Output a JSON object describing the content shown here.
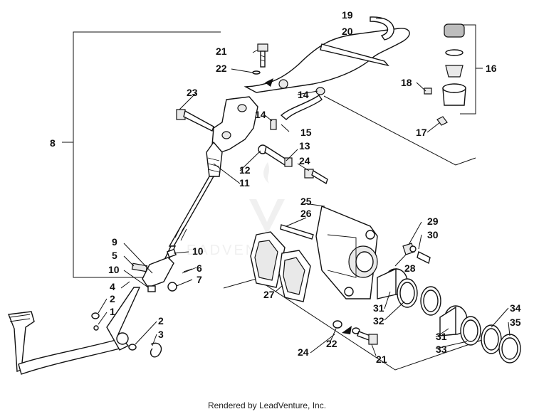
{
  "credit": "Rendered by LeadVenture, Inc.",
  "watermark": "EADVENT",
  "callouts": [
    "1",
    "2",
    "2",
    "3",
    "4",
    "5",
    "6",
    "7",
    "8",
    "9",
    "10",
    "10",
    "11",
    "12",
    "13",
    "14",
    "14",
    "15",
    "16",
    "17",
    "18",
    "19",
    "20",
    "21",
    "21",
    "22",
    "22",
    "23",
    "23",
    "24",
    "25",
    "26",
    "27",
    "28",
    "29",
    "30",
    "31",
    "31",
    "32",
    "33",
    "34",
    "35"
  ]
}
